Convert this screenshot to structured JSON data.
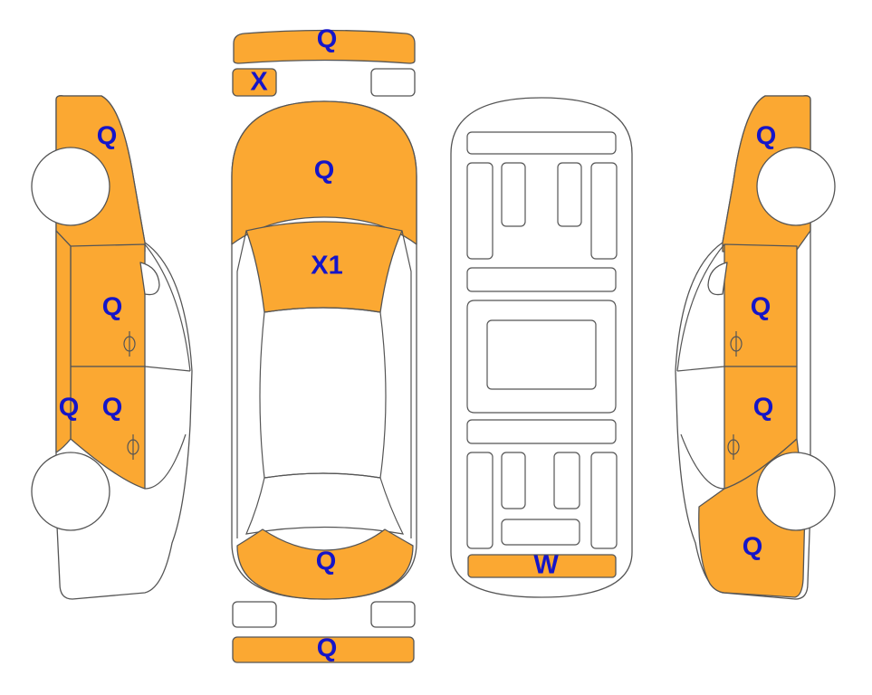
{
  "colors": {
    "damaged_fill": "#fba832",
    "label_color": "#1515c8",
    "outline": "#555555",
    "background": "#ffffff"
  },
  "panels": {
    "front_bumper": "Q",
    "left_headlight": "X",
    "hood": "Q",
    "windshield": "X1",
    "trunk": "Q",
    "rear_bumper": "Q",
    "left_fender": "Q",
    "left_front_door": "Q",
    "left_rear_door": "Q",
    "left_rocker": "Q",
    "right_fender": "Q",
    "right_front_door": "Q",
    "right_rear_door": "Q",
    "right_quarter": "Q",
    "underbody_rear": "W"
  }
}
